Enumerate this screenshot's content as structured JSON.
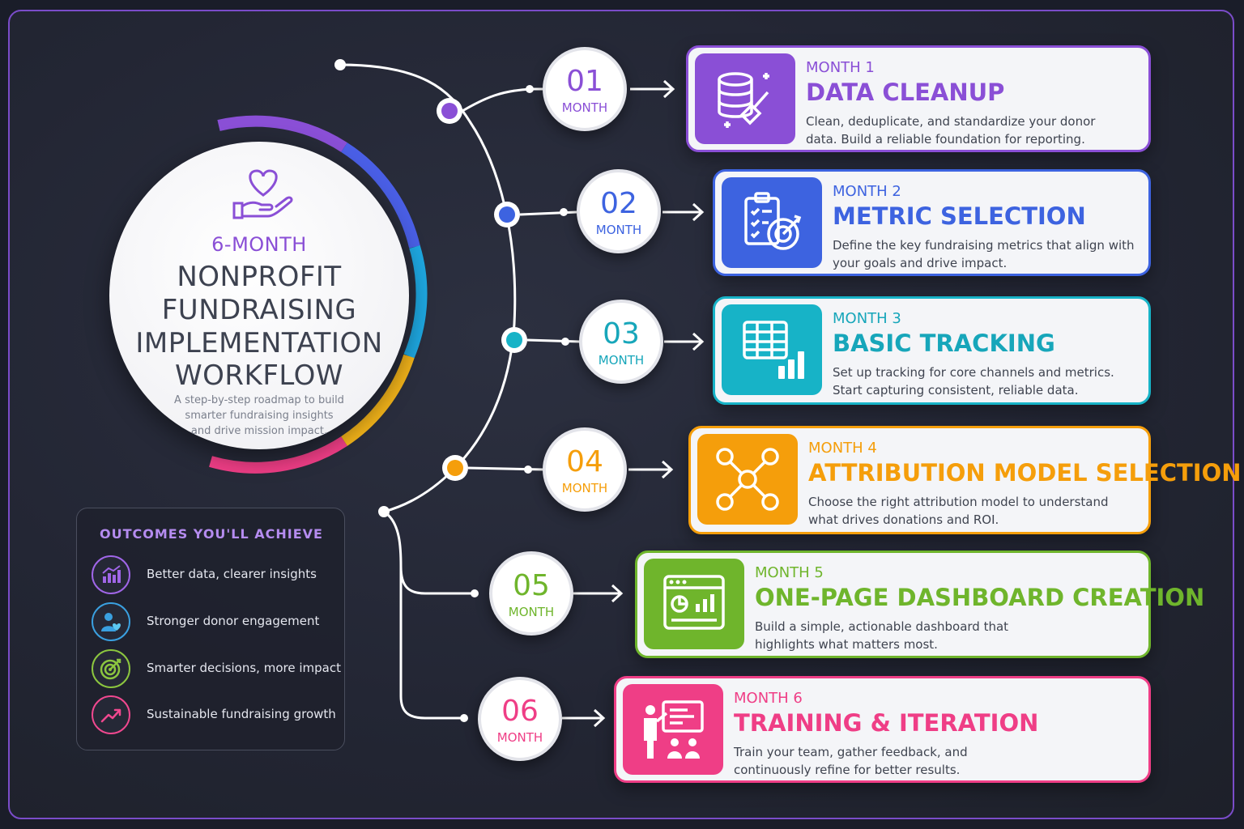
{
  "title": {
    "kicker": "6-MONTH",
    "lines": [
      "NONPROFIT",
      "FUNDRAISING",
      "IMPLEMENTATION",
      "WORKFLOW"
    ],
    "subtitle": "A step-by-step roadmap to build smarter fundraising insights and drive mission impact."
  },
  "outcomes": {
    "title": "OUTCOMES YOU'LL ACHIEVE",
    "items": [
      {
        "label": "Better data, clearer insights",
        "icon": "bar-chart-icon",
        "color": "#a066e8"
      },
      {
        "label": "Stronger donor engagement",
        "icon": "donor-heart-icon",
        "color": "#3aa0e0"
      },
      {
        "label": "Smarter decisions, more impact",
        "icon": "target-icon",
        "color": "#8cc63f"
      },
      {
        "label": "Sustainable fundraising growth",
        "icon": "trend-up-icon",
        "color": "#f0488f"
      }
    ]
  },
  "steps": [
    {
      "num": "01",
      "word": "MONTH",
      "month_label": "MONTH 1",
      "title": "DATA CLEANUP",
      "desc": "Clean, deduplicate, and standardize your donor data. Build a reliable foundation for reporting.",
      "color": "#8a4fd6",
      "icon": "database-broom-icon"
    },
    {
      "num": "02",
      "word": "MONTH",
      "month_label": "MONTH 2",
      "title": "METRIC SELECTION",
      "desc": "Define the key fundraising metrics that align with your goals and drive impact.",
      "color": "#3d63e0",
      "icon": "checklist-target-icon"
    },
    {
      "num": "03",
      "word": "MONTH",
      "month_label": "MONTH 3",
      "title": "BASIC TRACKING",
      "desc": "Set up tracking for core channels and metrics. Start capturing consistent, reliable data.",
      "color": "#17b3c7",
      "icon": "spreadsheet-chart-icon"
    },
    {
      "num": "04",
      "word": "MONTH",
      "month_label": "MONTH 4",
      "title": "ATTRIBUTION MODEL SELECTION",
      "desc": "Choose the right attribution model to understand what drives donations and ROI.",
      "color": "#f59e0b",
      "icon": "network-nodes-icon"
    },
    {
      "num": "05",
      "word": "MONTH",
      "month_label": "MONTH 5",
      "title": "ONE-PAGE DASHBOARD CREATION",
      "desc": "Build a simple, actionable dashboard that highlights what matters most.",
      "color": "#6fb52c",
      "icon": "dashboard-window-icon"
    },
    {
      "num": "06",
      "word": "MONTH",
      "month_label": "MONTH 6",
      "title": "TRAINING & ITERATION",
      "desc": "Train your team, gather feedback, and continuously refine for better results.",
      "color": "#ef3e86",
      "icon": "presentation-icon"
    }
  ]
}
